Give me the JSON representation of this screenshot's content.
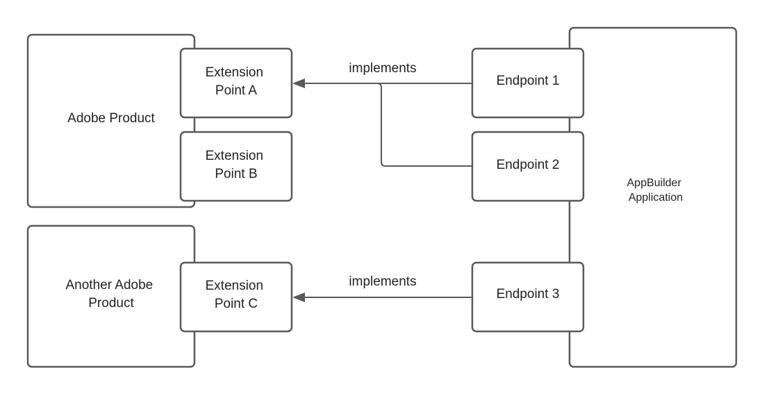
{
  "nodes": {
    "adobe_product": {
      "lines": [
        "Adobe Product"
      ]
    },
    "another_adobe_product": {
      "lines": [
        "Another Adobe",
        "Product"
      ]
    },
    "extension_point_a": {
      "lines": [
        "Extension",
        "Point A"
      ]
    },
    "extension_point_b": {
      "lines": [
        "Extension",
        "Point B"
      ]
    },
    "extension_point_c": {
      "lines": [
        "Extension",
        "Point C"
      ]
    },
    "endpoint_1": {
      "lines": [
        "Endpoint 1"
      ]
    },
    "endpoint_2": {
      "lines": [
        "Endpoint 2"
      ]
    },
    "endpoint_3": {
      "lines": [
        "Endpoint 3"
      ]
    },
    "appbuilder_application": {
      "lines": [
        "AppBuilder",
        "Application"
      ]
    }
  },
  "edges": [
    {
      "from": "endpoint_1",
      "to": "extension_point_a",
      "label": "implements"
    },
    {
      "from": "endpoint_2",
      "to": "extension_point_a",
      "label": ""
    },
    {
      "from": "endpoint_3",
      "to": "extension_point_c",
      "label": "implements"
    }
  ],
  "colors": {
    "stroke": "#595959",
    "text": "#222222",
    "background": "#ffffff"
  }
}
